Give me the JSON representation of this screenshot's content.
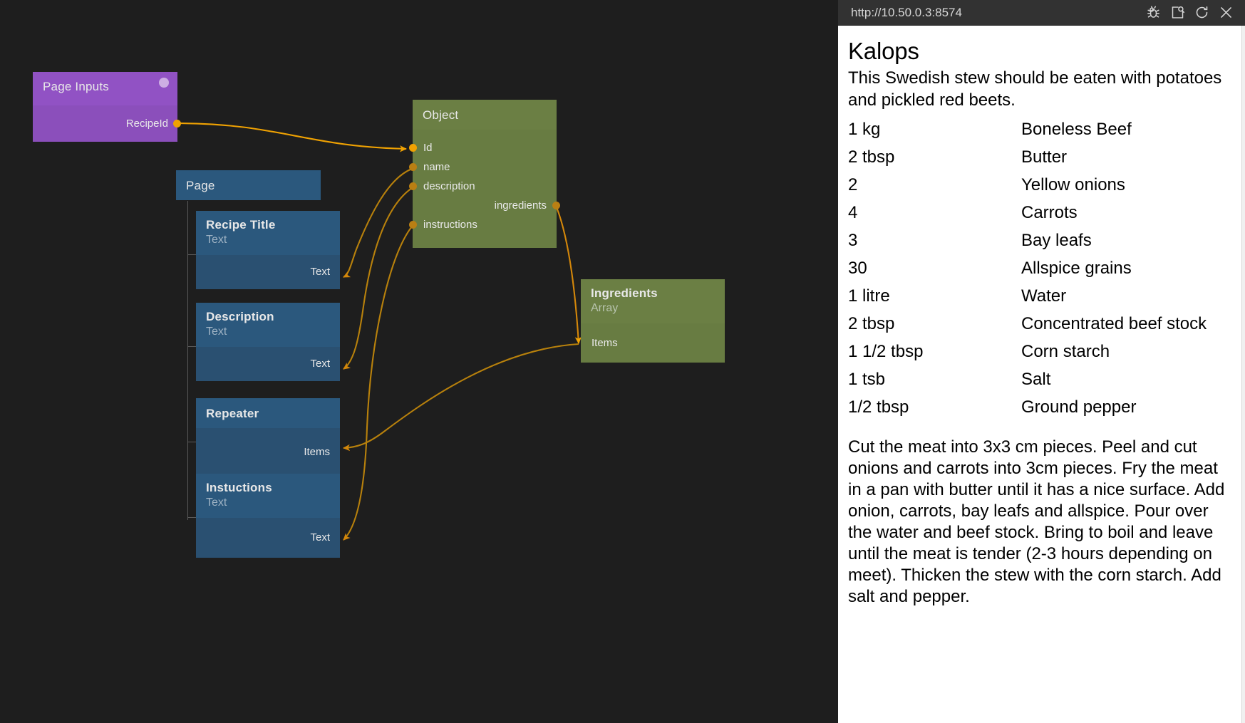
{
  "canvas": {
    "nodes": {
      "page_inputs": {
        "title": "Page Inputs",
        "outputs": [
          {
            "label": "RecipeId"
          }
        ]
      },
      "page": {
        "title": "Page"
      },
      "recipe_title": {
        "title": "Recipe Title",
        "subtitle": "Text",
        "outputs": [
          {
            "label": "Text"
          }
        ]
      },
      "description": {
        "title": "Description",
        "subtitle": "Text",
        "outputs": [
          {
            "label": "Text"
          }
        ]
      },
      "repeater": {
        "title": "Repeater",
        "subtitle": "",
        "outputs": [
          {
            "label": "Items"
          }
        ]
      },
      "instuctions": {
        "title": "Instuctions",
        "subtitle": "Text",
        "outputs": [
          {
            "label": "Text"
          }
        ]
      },
      "object": {
        "title": "Object",
        "inputs": [
          {
            "label": "Id"
          },
          {
            "label": "name"
          },
          {
            "label": "description"
          },
          {
            "label": "instructions"
          }
        ],
        "outputs": [
          {
            "label": "ingredients"
          }
        ]
      },
      "ingredients": {
        "title": "Ingredients",
        "subtitle": "Array",
        "inputs": [
          {
            "label": "Items"
          }
        ]
      }
    },
    "colors": {
      "background": "#1e1e1e",
      "purple_header": "#9152c4",
      "purple_body": "#8b4fbb",
      "blue_header": "#2b587d",
      "blue_body": "#2a5071",
      "green_header": "#6b7f44",
      "green_body": "#687c42",
      "wire": "#d4870a",
      "port": "#f0a202"
    }
  },
  "browser": {
    "url": "http://10.50.0.3:8574",
    "icons": [
      {
        "name": "bug-icon"
      },
      {
        "name": "inspect-page-icon"
      },
      {
        "name": "reload-icon"
      },
      {
        "name": "close-icon"
      }
    ]
  },
  "recipe": {
    "title": "Kalops",
    "description": "This Swedish stew should be eaten with potatoes and pickled red beets.",
    "ingredients": [
      {
        "amount": "1 kg",
        "item": "Boneless Beef"
      },
      {
        "amount": "2 tbsp",
        "item": "Butter"
      },
      {
        "amount": "2",
        "item": "Yellow onions"
      },
      {
        "amount": "4",
        "item": "Carrots"
      },
      {
        "amount": "3",
        "item": "Bay leafs"
      },
      {
        "amount": "30",
        "item": "Allspice grains"
      },
      {
        "amount": "1 litre",
        "item": "Water"
      },
      {
        "amount": "2 tbsp",
        "item": "Concentrated beef stock"
      },
      {
        "amount": "1 1/2 tbsp",
        "item": "Corn starch"
      },
      {
        "amount": "1 tsb",
        "item": "Salt"
      },
      {
        "amount": "1/2 tbsp",
        "item": "Ground pepper"
      }
    ],
    "instructions": "Cut the meat into 3x3 cm pieces. Peel and cut onions and carrots into 3cm pieces. Fry the meat in a pan with butter until it has a nice surface. Add onion, carrots, bay leafs and allspice. Pour over the water and beef stock. Bring to boil and leave until the meat is tender (2-3 hours depending on meet). Thicken the stew with the corn starch. Add salt and pepper."
  }
}
